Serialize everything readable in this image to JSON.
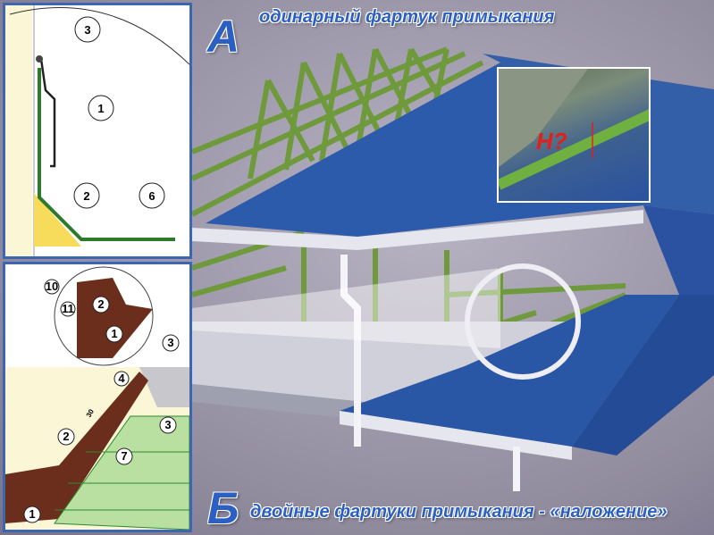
{
  "heading_a": {
    "letter": "А",
    "caption": "одинарный фартук примыкания"
  },
  "heading_b": {
    "letter": "Б",
    "caption": "двойные фартуки примыкания - «наложение»"
  },
  "inset": {
    "label": "H?"
  },
  "panel_a": {
    "callouts": [
      "3",
      "1",
      "2",
      "6"
    ]
  },
  "panel_b": {
    "callouts": [
      "10",
      "11",
      "2",
      "1",
      "3",
      "4",
      "2",
      "3",
      "7",
      "1"
    ],
    "dimension": "30"
  },
  "colors": {
    "title": "#2b5fc2",
    "roof": "#2a56a6",
    "truss": "#6f9a3c",
    "flashing": "#6b2e1c",
    "shingle": "#b9e0a0"
  }
}
